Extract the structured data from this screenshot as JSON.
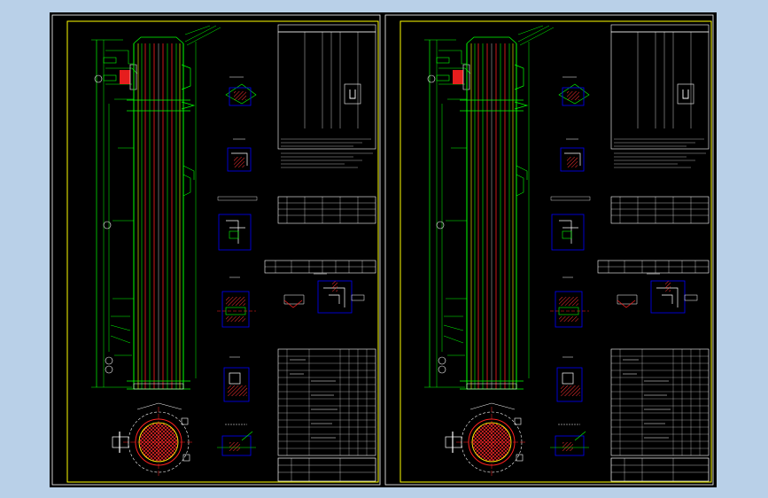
{
  "colors": {
    "viewport_bg": "#b9d0e8",
    "drawing_bg": "#000000",
    "border": "#ffffff",
    "frame": "#ffff00",
    "column_line": "#00ff00",
    "tube": "#ff0000",
    "dimension": "#00ff00",
    "table_line": "#ffffff",
    "detail_frame": "#0000ff",
    "hatch": "#ff0000"
  },
  "sheets": [
    {
      "id": "left",
      "label": "left-drawing-sheet"
    },
    {
      "id": "right",
      "label": "right-drawing-sheet"
    }
  ],
  "icons": [
    "column-elevation-icon",
    "section-view-icon",
    "detail-view-icon",
    "title-block-icon"
  ]
}
